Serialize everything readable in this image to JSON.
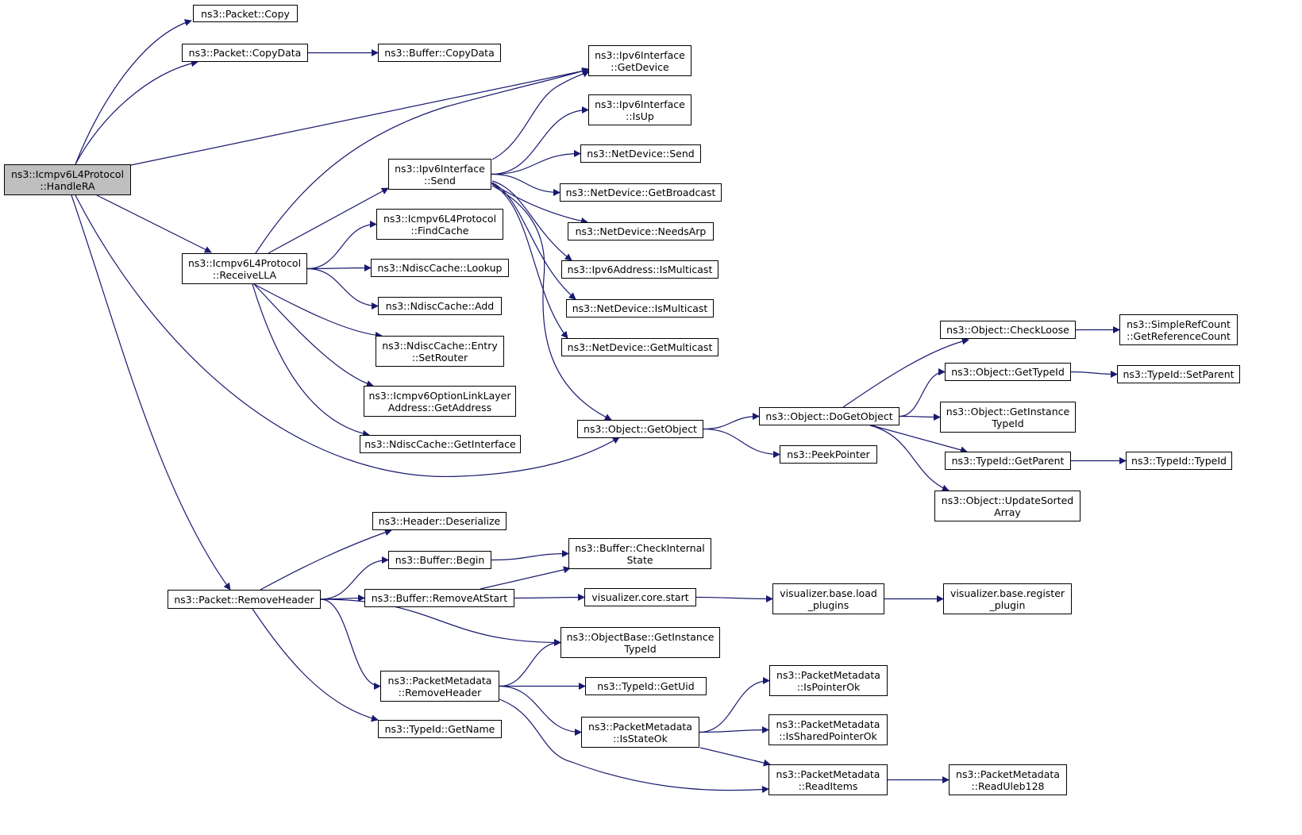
{
  "graph": {
    "edge_color": "#191970",
    "root_fill": "#bfbfbf",
    "nodes": [
      {
        "id": "handle_ra",
        "lines": [
          "ns3::Icmpv6L4Protocol",
          "::HandleRA"
        ]
      },
      {
        "id": "packet_copy",
        "lines": [
          "ns3::Packet::Copy"
        ]
      },
      {
        "id": "packet_copydata",
        "lines": [
          "ns3::Packet::CopyData"
        ]
      },
      {
        "id": "buffer_copydata",
        "lines": [
          "ns3::Buffer::CopyData"
        ]
      },
      {
        "id": "ipv6if_getdevice",
        "lines": [
          "ns3::Ipv6Interface",
          "::GetDevice"
        ]
      },
      {
        "id": "ipv6if_isup",
        "lines": [
          "ns3::Ipv6Interface",
          "::IsUp"
        ]
      },
      {
        "id": "netdevice_send",
        "lines": [
          "ns3::NetDevice::Send"
        ]
      },
      {
        "id": "ipv6if_send",
        "lines": [
          "ns3::Ipv6Interface",
          "::Send"
        ]
      },
      {
        "id": "netdevice_getbroadcast",
        "lines": [
          "ns3::NetDevice::GetBroadcast"
        ]
      },
      {
        "id": "findcache",
        "lines": [
          "ns3::Icmpv6L4Protocol",
          "::FindCache"
        ]
      },
      {
        "id": "netdevice_needsarp",
        "lines": [
          "ns3::NetDevice::NeedsArp"
        ]
      },
      {
        "id": "receivella",
        "lines": [
          "ns3::Icmpv6L4Protocol",
          "::ReceiveLLA"
        ]
      },
      {
        "id": "ndisc_lookup",
        "lines": [
          "ns3::NdiscCache::Lookup"
        ]
      },
      {
        "id": "ipv6addr_ismulticast",
        "lines": [
          "ns3::Ipv6Address::IsMulticast"
        ]
      },
      {
        "id": "ndisc_add",
        "lines": [
          "ns3::NdiscCache::Add"
        ]
      },
      {
        "id": "netdevice_ismulticast",
        "lines": [
          "ns3::NetDevice::IsMulticast"
        ]
      },
      {
        "id": "ndisc_setrouter",
        "lines": [
          "ns3::NdiscCache::Entry",
          "::SetRouter"
        ]
      },
      {
        "id": "netdevice_getmulticast",
        "lines": [
          "ns3::NetDevice::GetMulticast"
        ]
      },
      {
        "id": "option_getaddress",
        "lines": [
          "ns3::Icmpv6OptionLinkLayer",
          "Address::GetAddress"
        ]
      },
      {
        "id": "ndisc_getinterface",
        "lines": [
          "ns3::NdiscCache::GetInterface"
        ]
      },
      {
        "id": "object_getobject",
        "lines": [
          "ns3::Object::GetObject"
        ]
      },
      {
        "id": "object_dogetobject",
        "lines": [
          "ns3::Object::DoGetObject"
        ]
      },
      {
        "id": "peekpointer",
        "lines": [
          "ns3::PeekPointer"
        ]
      },
      {
        "id": "object_checkloose",
        "lines": [
          "ns3::Object::CheckLoose"
        ]
      },
      {
        "id": "simplerefcount",
        "lines": [
          "ns3::SimpleRefCount",
          "::GetReferenceCount"
        ]
      },
      {
        "id": "object_gettypeid",
        "lines": [
          "ns3::Object::GetTypeId"
        ]
      },
      {
        "id": "typeid_setparent",
        "lines": [
          "ns3::TypeId::SetParent"
        ]
      },
      {
        "id": "object_getinstancetypeid",
        "lines": [
          "ns3::Object::GetInstance",
          "TypeId"
        ]
      },
      {
        "id": "typeid_getparent",
        "lines": [
          "ns3::TypeId::GetParent"
        ]
      },
      {
        "id": "typeid_typeid",
        "lines": [
          "ns3::TypeId::TypeId"
        ]
      },
      {
        "id": "object_updatesortedarray",
        "lines": [
          "ns3::Object::UpdateSorted",
          "Array"
        ]
      },
      {
        "id": "header_deserialize",
        "lines": [
          "ns3::Header::Deserialize"
        ]
      },
      {
        "id": "buffer_begin",
        "lines": [
          "ns3::Buffer::Begin"
        ]
      },
      {
        "id": "buffer_checkinternalstate",
        "lines": [
          "ns3::Buffer::CheckInternal",
          "State"
        ]
      },
      {
        "id": "packet_removeheader",
        "lines": [
          "ns3::Packet::RemoveHeader"
        ]
      },
      {
        "id": "buffer_removeatstart",
        "lines": [
          "ns3::Buffer::RemoveAtStart"
        ]
      },
      {
        "id": "viz_core_start",
        "lines": [
          "visualizer.core.start"
        ]
      },
      {
        "id": "viz_load_plugins",
        "lines": [
          "visualizer.base.load",
          "_plugins"
        ]
      },
      {
        "id": "viz_register_plugin",
        "lines": [
          "visualizer.base.register",
          "_plugin"
        ]
      },
      {
        "id": "objectbase_getinstancetypeid",
        "lines": [
          "ns3::ObjectBase::GetInstance",
          "TypeId"
        ]
      },
      {
        "id": "pm_removeheader",
        "lines": [
          "ns3::PacketMetadata",
          "::RemoveHeader"
        ]
      },
      {
        "id": "typeid_getuid",
        "lines": [
          "ns3::TypeId::GetUid"
        ]
      },
      {
        "id": "pm_ispointerok",
        "lines": [
          "ns3::PacketMetadata",
          "::IsPointerOk"
        ]
      },
      {
        "id": "pm_isstateok",
        "lines": [
          "ns3::PacketMetadata",
          "::IsStateOk"
        ]
      },
      {
        "id": "pm_issharedpointerok",
        "lines": [
          "ns3::PacketMetadata",
          "::IsSharedPointerOk"
        ]
      },
      {
        "id": "typeid_getname",
        "lines": [
          "ns3::TypeId::GetName"
        ]
      },
      {
        "id": "pm_readitems",
        "lines": [
          "ns3::PacketMetadata",
          "::ReadItems"
        ]
      },
      {
        "id": "pm_readuleb128",
        "lines": [
          "ns3::PacketMetadata",
          "::ReadUleb128"
        ]
      }
    ],
    "edges": [
      [
        "handle_ra",
        "packet_copy"
      ],
      [
        "handle_ra",
        "packet_copydata"
      ],
      [
        "handle_ra",
        "ipv6if_getdevice"
      ],
      [
        "handle_ra",
        "receivella"
      ],
      [
        "handle_ra",
        "object_getobject"
      ],
      [
        "handle_ra",
        "packet_removeheader"
      ],
      [
        "packet_copydata",
        "buffer_copydata"
      ],
      [
        "receivella",
        "ipv6if_getdevice"
      ],
      [
        "receivella",
        "ipv6if_send"
      ],
      [
        "receivella",
        "findcache"
      ],
      [
        "receivella",
        "ndisc_lookup"
      ],
      [
        "receivella",
        "ndisc_add"
      ],
      [
        "receivella",
        "ndisc_setrouter"
      ],
      [
        "receivella",
        "option_getaddress"
      ],
      [
        "receivella",
        "ndisc_getinterface"
      ],
      [
        "ipv6if_send",
        "ipv6if_getdevice"
      ],
      [
        "ipv6if_send",
        "ipv6if_isup"
      ],
      [
        "ipv6if_send",
        "netdevice_send"
      ],
      [
        "ipv6if_send",
        "netdevice_getbroadcast"
      ],
      [
        "ipv6if_send",
        "netdevice_needsarp"
      ],
      [
        "ipv6if_send",
        "ipv6addr_ismulticast"
      ],
      [
        "ipv6if_send",
        "netdevice_ismulticast"
      ],
      [
        "ipv6if_send",
        "netdevice_getmulticast"
      ],
      [
        "ipv6if_send",
        "object_getobject"
      ],
      [
        "object_getobject",
        "object_dogetobject"
      ],
      [
        "object_getobject",
        "peekpointer"
      ],
      [
        "object_dogetobject",
        "object_checkloose"
      ],
      [
        "object_dogetobject",
        "object_gettypeid"
      ],
      [
        "object_dogetobject",
        "object_getinstancetypeid"
      ],
      [
        "object_dogetobject",
        "typeid_getparent"
      ],
      [
        "object_dogetobject",
        "object_updatesortedarray"
      ],
      [
        "object_checkloose",
        "simplerefcount"
      ],
      [
        "object_gettypeid",
        "typeid_setparent"
      ],
      [
        "typeid_getparent",
        "typeid_typeid"
      ],
      [
        "packet_removeheader",
        "header_deserialize"
      ],
      [
        "packet_removeheader",
        "buffer_begin"
      ],
      [
        "packet_removeheader",
        "buffer_removeatstart"
      ],
      [
        "packet_removeheader",
        "objectbase_getinstancetypeid"
      ],
      [
        "packet_removeheader",
        "pm_removeheader"
      ],
      [
        "packet_removeheader",
        "typeid_getname"
      ],
      [
        "buffer_begin",
        "buffer_checkinternalstate"
      ],
      [
        "buffer_removeatstart",
        "buffer_checkinternalstate"
      ],
      [
        "buffer_removeatstart",
        "viz_core_start"
      ],
      [
        "viz_core_start",
        "viz_load_plugins"
      ],
      [
        "viz_load_plugins",
        "viz_register_plugin"
      ],
      [
        "pm_removeheader",
        "objectbase_getinstancetypeid"
      ],
      [
        "pm_removeheader",
        "typeid_getuid"
      ],
      [
        "pm_removeheader",
        "pm_isstateok"
      ],
      [
        "pm_removeheader",
        "pm_readitems"
      ],
      [
        "pm_isstateok",
        "pm_ispointerok"
      ],
      [
        "pm_isstateok",
        "pm_issharedpointerok"
      ],
      [
        "pm_isstateok",
        "pm_readitems"
      ],
      [
        "pm_readitems",
        "pm_readuleb128"
      ]
    ]
  }
}
